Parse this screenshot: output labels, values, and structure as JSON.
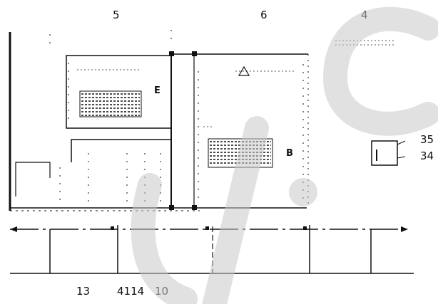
{
  "figure": {
    "reference_numerals": {
      "top_left": "5",
      "top_middle": "6",
      "top_right": "4",
      "right_upper": "35",
      "right_lower": "34",
      "bottom_a": "13",
      "bottom_b": "4114",
      "bottom_c": "10"
    },
    "block_labels": {
      "left_block": "E",
      "right_block": "B"
    }
  },
  "watermark": {
    "visible": true,
    "color": "#c9c9c9"
  }
}
